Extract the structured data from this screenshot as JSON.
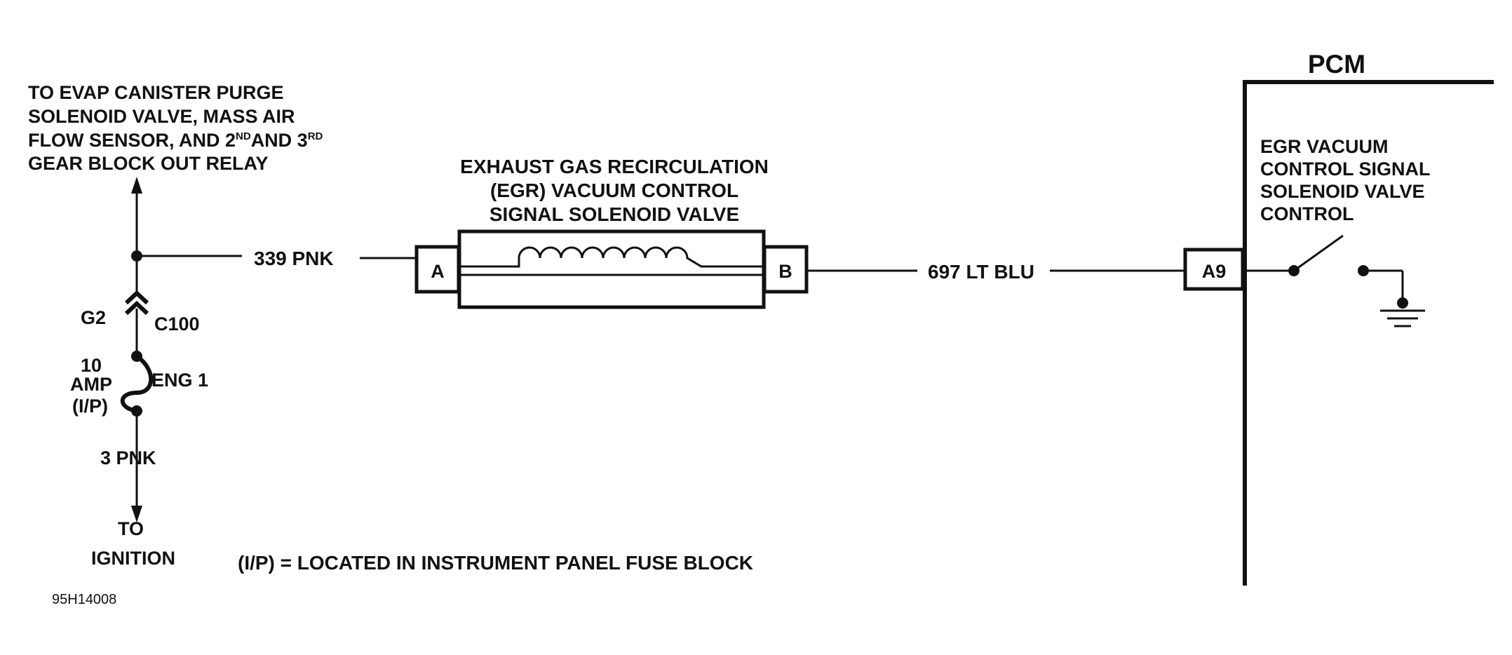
{
  "labels": {
    "evap_line1": "TO EVAP CANISTER PURGE",
    "evap_line2": "SOLENOID VALVE, MASS AIR",
    "evap_line3_pre": "FLOW SENSOR, AND 2",
    "evap_line3_nd": "ND",
    "evap_line3_mid": "AND 3",
    "evap_line3_rd": "RD",
    "evap_line4": "GEAR BLOCK OUT RELAY",
    "egr_valve_line1": "EXHAUST GAS RECIRCULATION",
    "egr_valve_line2": "(EGR) VACUUM CONTROL",
    "egr_valve_line3": "SIGNAL SOLENOID VALVE",
    "pcm": "PCM",
    "pcm_ctrl_line1": "EGR VACUUM",
    "pcm_ctrl_line2": "CONTROL SIGNAL",
    "pcm_ctrl_line3": "SOLENOID VALVE",
    "pcm_ctrl_line4": "CONTROL",
    "wire_339": "339 PNK",
    "wire_697": "697 LT BLU",
    "wire_3": "3 PNK",
    "conn_a": "A",
    "conn_b": "B",
    "conn_a9": "A9",
    "g2": "G2",
    "c100": "C100",
    "fuse_10": "10",
    "fuse_amp": "AMP",
    "fuse_ip": "(I/P)",
    "eng1": "ENG 1",
    "to": "TO",
    "ignition": "IGNITION",
    "ip_note": "(I/P) = LOCATED IN INSTRUMENT PANEL FUSE BLOCK",
    "figure_id": "95H14008"
  },
  "colors": {
    "ink": "#111111",
    "background": "#ffffff"
  }
}
